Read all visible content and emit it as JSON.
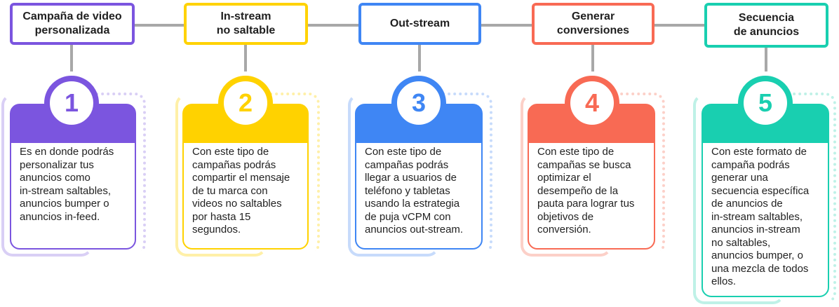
{
  "steps": [
    {
      "number": "1",
      "title": "Campaña de video\npersonalizada",
      "color": "#7b55df",
      "light": "#d9cff5",
      "text": "Es en donde podrás\npersonalizar tus\nanuncios como\nin-stream saltables,\nanuncios bumper o\nanuncios in-feed."
    },
    {
      "number": "2",
      "title": "In-stream\nno saltable",
      "color": "#ffd200",
      "light": "#fff0a8",
      "text": "Con este tipo de\ncampañas podrás\ncompartir el mensaje\nde tu marca con\nvideos no saltables\npor hasta 15\nsegundos."
    },
    {
      "number": "3",
      "title": "Out-stream",
      "color": "#3f86f4",
      "light": "#c7dbfb",
      "text": "Con este tipo de\ncampañas podrás\nllegar a usuarios de\nteléfono y tabletas\nusando la estrategia\nde puja vCPM con\nanuncios out-stream."
    },
    {
      "number": "4",
      "title": "Generar\nconversiones",
      "color": "#f86a54",
      "light": "#fcd0c8",
      "text": "Con este tipo de\ncampañas se busca\noptimizar el\ndesempeño de la\npauta para lograr tus\nobjetivos de\nconversión."
    },
    {
      "number": "5",
      "title": "Secuencia\nde anuncios",
      "color": "#19cfb0",
      "light": "#bff1e7",
      "text": "Con este formato de\ncampaña podrás\ngenerar una\nsecuencia específica\nde anuncios de\nin-stream saltables,\nanuncios in-stream\nno saltables,\nanuncios bumper, o\nuna mezcla de todos\nellos."
    }
  ]
}
